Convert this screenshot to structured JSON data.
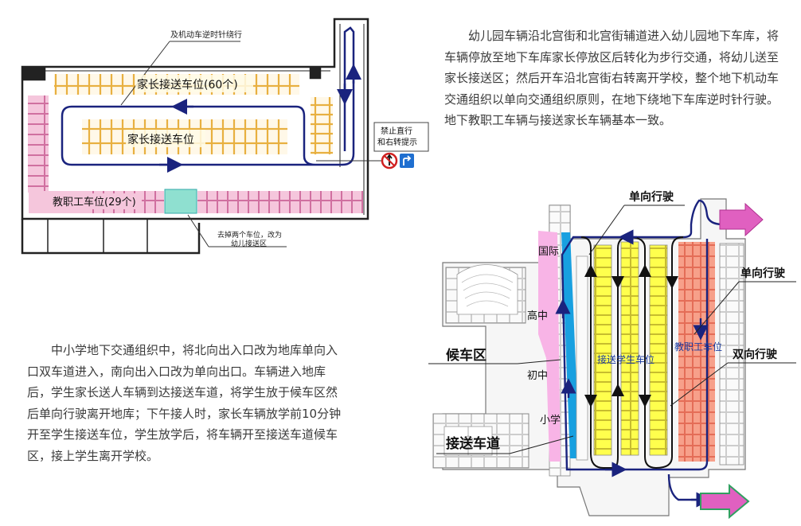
{
  "kindergarten": {
    "description": "幼儿园车辆沿北宫街和北宫街辅道进入幼儿园地下车库，将车辆停放至地下车库家长停放区后转化为步行交通，将幼儿送至家长接送区；然后开车沿北宫街右转离开学校，整个地下机动车交通组织以单向交通组织原则，在地下绕地下车库逆时针行驶。地下教职工车辆与接送家长车辆基本一致。",
    "plan": {
      "note_counterclockwise": "及机动车逆时针绕行",
      "parent_parking_60": "家长接送车位(60个)",
      "parent_parking": "家长接送车位",
      "staff_parking": "教职工车位(29个)",
      "sign_text_line1": "禁止直行",
      "sign_text_line2": "和右转提示",
      "removed_spaces_line1": "去掉两个车位，改为",
      "removed_spaces_line2": "幼儿接送区"
    }
  },
  "primary_secondary": {
    "description": "中小学地下交通组织中，将北向出入口改为地库单向入口双车道进入，南向出入口改为单向出口。车辆进入地库后，学生家长送人车辆到达接送车道，将学生放于候车区然后单向行驶离开地库；下午接人时，家长车辆放学前10分钟开至学生接送车位，学生放学后，将车辆开至接送车道候车区，接上学生离开学校。",
    "plan": {
      "one_way_top": "单向行驶",
      "one_way_right": "单向行驶",
      "two_way": "双向行驶",
      "waiting_area": "候车区",
      "dropoff_lane": "接送车道",
      "student_parking": "接送学生车位",
      "staff_parking": "教职工车位",
      "school_international": "国际",
      "school_high": "高中",
      "school_middle": "初中",
      "school_primary": "小学"
    }
  },
  "colors": {
    "route_blue": "#1a237e",
    "parent_parking_yellow": "#e8b040",
    "staff_parking_pink": "#f5c6dc",
    "dropoff_zone_green": "#8fe0d0",
    "student_parking_fill": "#ffff4d",
    "staff_parking_red": "#f7a08a",
    "lane_cyan": "#18a0e0",
    "waiting_pink": "#f8b4e6",
    "entry_arrow_magenta": "#e060c0"
  }
}
